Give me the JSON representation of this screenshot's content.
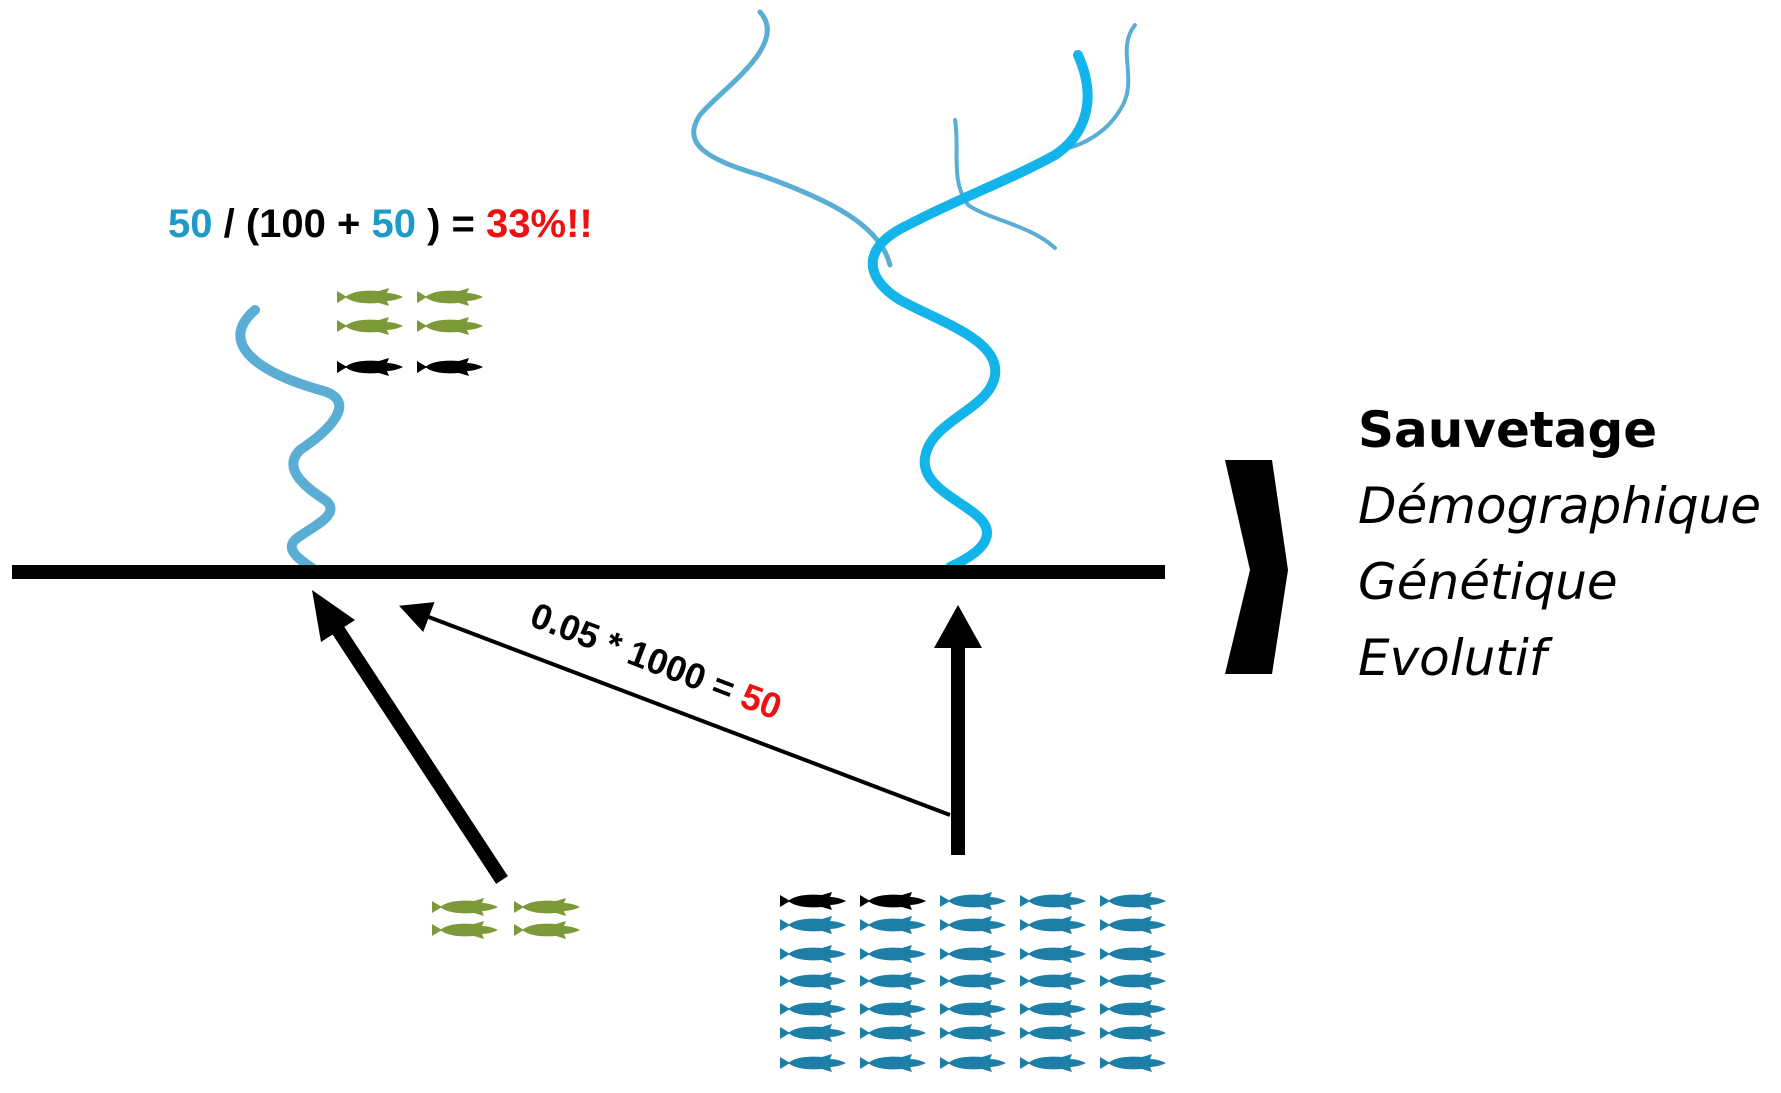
{
  "equation": {
    "num": "50",
    "slash_open": " / (100 + ",
    "mid": "50",
    "close_eq": ") = ",
    "result": "33%!!"
  },
  "arrow_label": {
    "text": "0.05 * 1000 = ",
    "value": "50"
  },
  "outcome": {
    "title": "Sauvetage",
    "items": [
      "Démographique",
      "Génétique",
      "Evolutif"
    ]
  },
  "colors": {
    "small_river": "#5aaed4",
    "large_river": "#12b4ea",
    "equation_blue": "#1e9ac8",
    "emphasis_red": "#ee1111",
    "fish_green": "#7d9a3a",
    "fish_blue": "#1d7fa6",
    "fish_black": "#000000"
  },
  "icons": {
    "fish": "fish-icon",
    "chevron": "chevron-right-icon"
  },
  "fish_groups": {
    "small_population": {
      "green": 4,
      "black": 2
    },
    "small_source": {
      "green": 4
    },
    "large_source": {
      "black": 2,
      "blue": 33
    }
  }
}
